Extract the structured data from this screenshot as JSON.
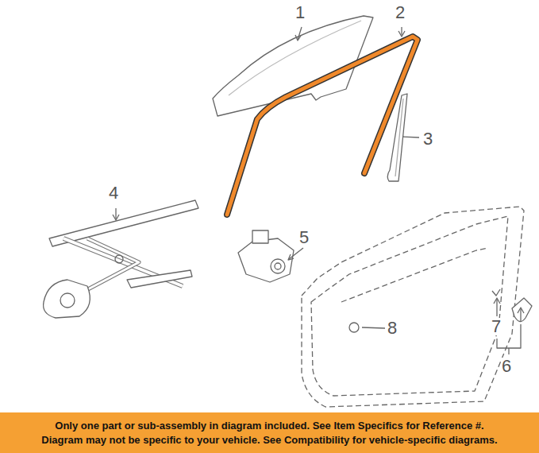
{
  "diagram": {
    "nodes": [
      {
        "text": [
          "Only one part or sub-assembly in diagram included. See Item Specifics for Reference #.",
          "Diagram may not be specific to your vehicle. See Compatibility for vehicle-specific diagrams."
        ]
      }
    ],
    "labels": [
      "1",
      "2",
      "3",
      "4",
      "5",
      "7",
      "6",
      "8"
    ]
  }
}
